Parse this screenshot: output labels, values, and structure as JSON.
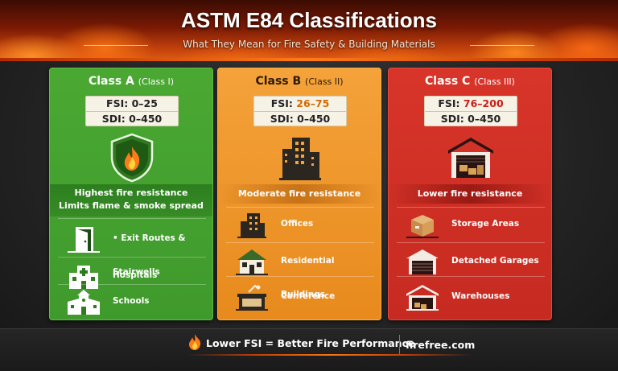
{
  "header": {
    "title": "ASTM E84 Classifications",
    "subtitle": "What They Mean for Fire Safety & Building Materials"
  },
  "classes": [
    {
      "title": "Class A",
      "paren": "(Class I)",
      "fsi_label": "FSI:",
      "fsi_value": "0–25",
      "sdi_label": "SDI:",
      "sdi_value": "0–450",
      "band_line1": "Highest fire resistance",
      "band_line2": "Limits flame & smoke spread",
      "emblem_icon": "shield-flame-icon",
      "items": [
        {
          "label": "• Exit Routes & Stairwells",
          "icon": "exit-door-icon"
        },
        {
          "label": "Hospitals",
          "icon": "hospital-icon"
        },
        {
          "label": "Schools",
          "icon": "school-icon"
        }
      ],
      "color": "#3f9a2c"
    },
    {
      "title": "Class B",
      "paren": "(Class II)",
      "fsi_label": "FSI:",
      "fsi_value": "26–75",
      "sdi_label": "SDI:",
      "sdi_value": "0–450",
      "band_line1": "Moderate fire resistance",
      "emblem_icon": "office-buildings-icon",
      "items": [
        {
          "label": "Offices",
          "icon": "office-icon"
        },
        {
          "label": "Residential Buildings",
          "icon": "residential-icon"
        },
        {
          "label": "Conference Centers",
          "icon": "conference-icon"
        }
      ],
      "color": "#e88a1d"
    },
    {
      "title": "Class C",
      "paren": "(Class III)",
      "fsi_label": "FSI:",
      "fsi_value": "76–200",
      "sdi_label": "SDI:",
      "sdi_value": "0–450",
      "band_line1": "Lower fire resistance",
      "emblem_icon": "warehouse-icon",
      "items": [
        {
          "label": "Storage Areas",
          "icon": "storage-box-icon"
        },
        {
          "label": "Detached Garages",
          "icon": "garage-icon"
        },
        {
          "label": "Warehouses",
          "icon": "warehouse-small-icon"
        }
      ],
      "color": "#c62a20"
    }
  ],
  "footer": {
    "tagline": "Lower FSI = Better Fire Performance",
    "site": "firefree.com"
  }
}
